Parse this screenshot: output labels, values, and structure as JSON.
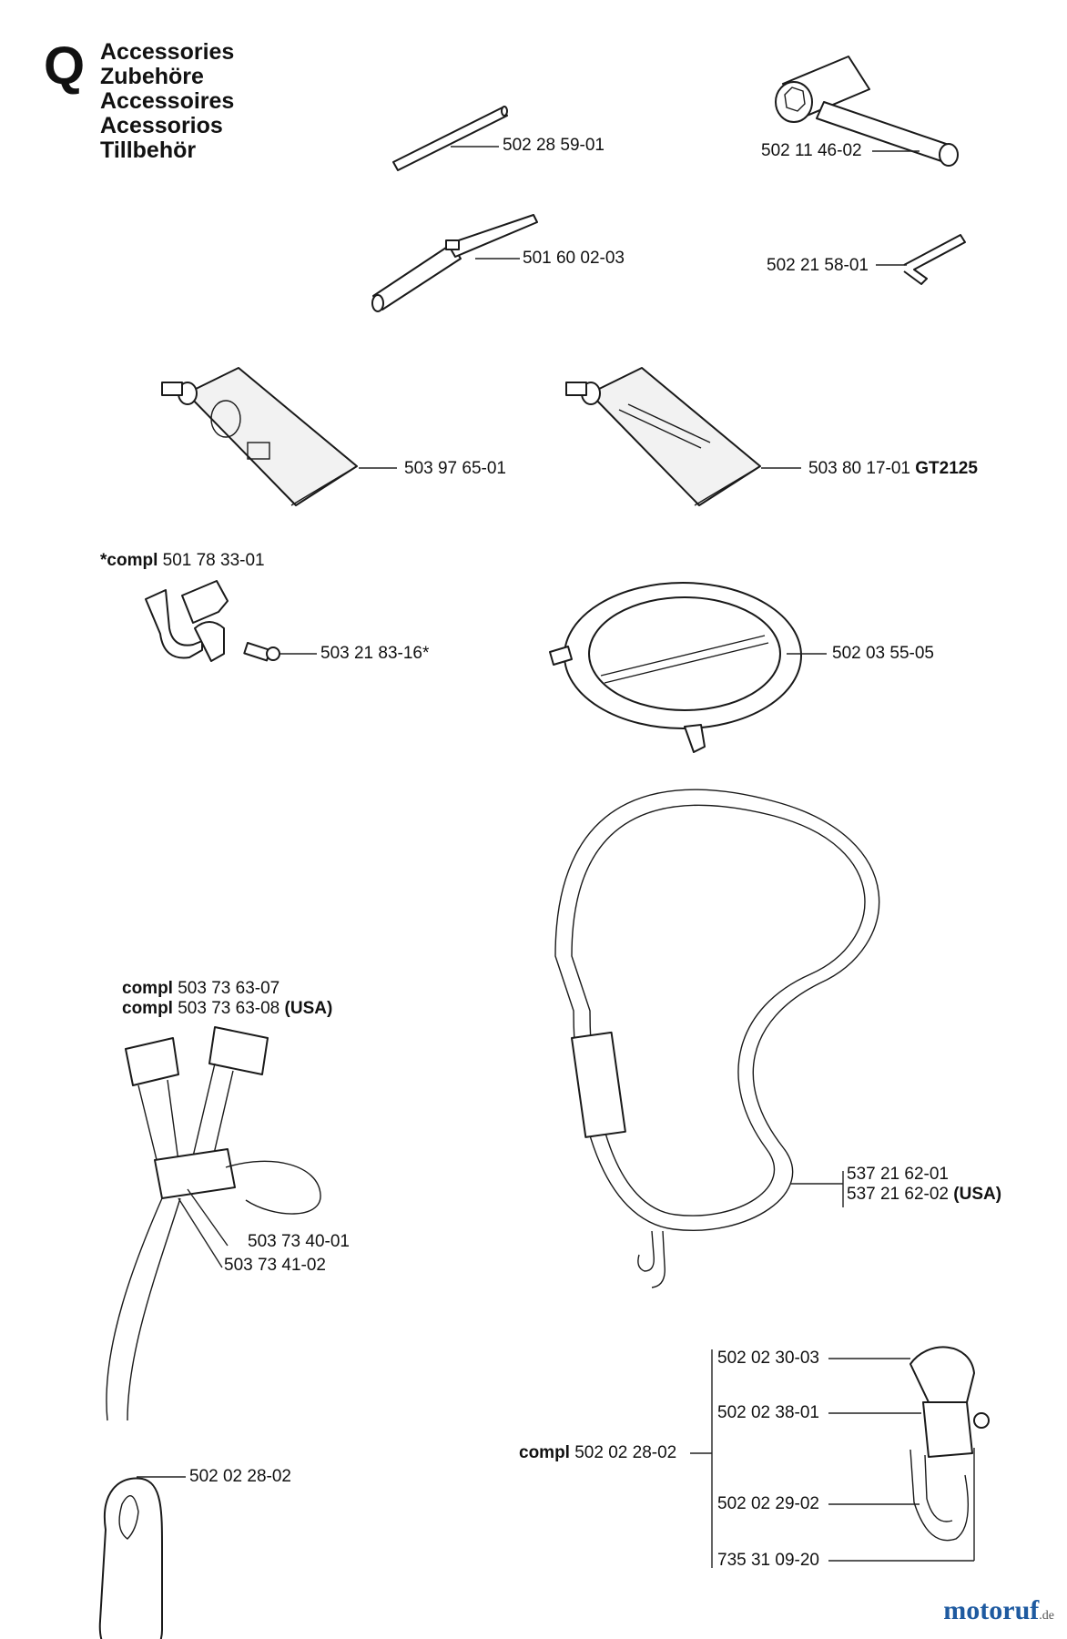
{
  "header": {
    "section_letter": "Q",
    "titles": [
      "Accessories",
      "Zubehöre",
      "Accessoires",
      "Acessorios",
      "Tillbehör"
    ]
  },
  "parts": {
    "rod": {
      "number": "502 28 59-01"
    },
    "socket_wrench": {
      "number": "502 11 46-02"
    },
    "file": {
      "number": "501 60 02-03"
    },
    "hex_key": {
      "number": "502 21 58-01"
    },
    "grease_tube_a": {
      "number": "503 97 65-01"
    },
    "grease_tube_b": {
      "number": "503 80 17-01",
      "model": "GT2125"
    },
    "clamp_kit": {
      "prefix": "*compl",
      "number": "501 78 33-01"
    },
    "clamp_screw": {
      "number": "503 21 83-16*"
    },
    "guard_ring": {
      "number": "502 03 55-05"
    },
    "harness": {
      "prefix": "compl",
      "number_1": "503 73 63-07",
      "number_2": "503 73 63-08",
      "suffix_2": "(USA)"
    },
    "harness_buckle_1": {
      "number": "503 73 40-01"
    },
    "harness_buckle_2": {
      "number": "503 73 41-02"
    },
    "hip_pad": {
      "number": "502 02 28-02"
    },
    "shoulder_strap": {
      "number_1": "537 21 62-01",
      "number_2": "537 21 62-02",
      "suffix_2": "(USA)"
    },
    "hook_assembly": {
      "prefix": "compl",
      "number": "502 02 28-02",
      "components": [
        "502 02 30-03",
        "502 02 38-01",
        "502 02 29-02",
        "735 31 09-20"
      ]
    }
  },
  "watermark": {
    "brand": "motoruf",
    "tld": ".de"
  }
}
